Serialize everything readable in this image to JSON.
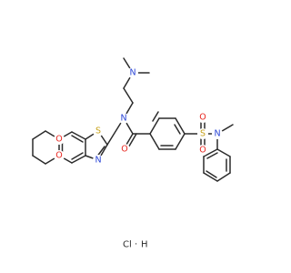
{
  "atoms": {
    "o_top": "O",
    "o_bottom": "O",
    "s_thiazole": "S",
    "n_thiazole": "N",
    "n_amide": "N",
    "n_dimethyl": "N",
    "o_carbonyl": "O",
    "s_sulfonyl": "S",
    "o_sulfonyl_top": "O",
    "o_sulfonyl_bottom": "O",
    "n_sulfonamide": "N"
  },
  "salt": {
    "chlorine": "Cl",
    "separator": "·",
    "hydrogen": "H"
  },
  "colors": {
    "bond": "#2b2b2b",
    "oxygen": "#e8251e",
    "nitrogen": "#2a45d6",
    "sulfur": "#c7a21a",
    "carbon_label": "#2b2b2b"
  }
}
